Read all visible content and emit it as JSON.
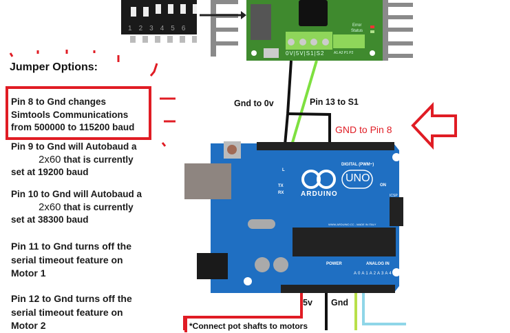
{
  "title": "Jumper Options:",
  "options": [
    {
      "lines": [
        "Pin 8 to Gnd changes",
        "Simtools Communications",
        "from 500000 to 115200 baud"
      ]
    },
    {
      "line1": "Pin 9 to Gnd will Autobaud a",
      "model": "2x60",
      "line2": "that is currently",
      "line3": "set at 19200 baud"
    },
    {
      "line1": "Pin 10 to Gnd will Autobaud a",
      "model": "2x60",
      "line2": "that is currently",
      "line3": "set at 38300 baud"
    },
    {
      "lines": [
        "Pin 11 to Gnd turns off the",
        "serial timeout feature on",
        "Motor 1"
      ]
    },
    {
      "lines": [
        "Pin 12 to Gnd turns off the",
        "serial timeout feature on",
        "Motor 2"
      ]
    }
  ],
  "wire_labels": {
    "gnd_0v": "Gnd to 0v",
    "pin13_s1": "Pin 13 to S1",
    "gnd_pin8": "GND to Pin 8",
    "five_v": "5v",
    "gnd": "Gnd",
    "pot_note": "*Connect pot shafts to motors"
  },
  "dip_switch": {
    "numbers": [
      "1",
      "2",
      "3",
      "4",
      "5",
      "6"
    ]
  },
  "controller_board": {
    "terminals": [
      "0V",
      "5V",
      "S1",
      "S2"
    ],
    "aux_terminals": "A1 A2 P1 P2",
    "leds": [
      "Error",
      "Status"
    ]
  },
  "arduino": {
    "logo_text": "ARDUINO",
    "model": "UNO",
    "digital_label": "DIGITAL (PWM~)",
    "power_label": "POWER",
    "analog_label": "ANALOG IN",
    "analog_pins": [
      "A0",
      "A1",
      "A2",
      "A3",
      "A4",
      "A5"
    ],
    "on_label": "ON",
    "tx_label": "TX",
    "rx_label": "RX",
    "l_label": "L",
    "icsp_label": "ICSP",
    "site": "WWW.ARDUINO.CC - MADE IN ITALY"
  },
  "colors": {
    "accent_red": "#e01c24",
    "board_blue": "#1f6fc2",
    "driver_green": "#3f8a2e",
    "wire_green": "#7ee040",
    "wire_cyan": "#8fd6e8"
  }
}
